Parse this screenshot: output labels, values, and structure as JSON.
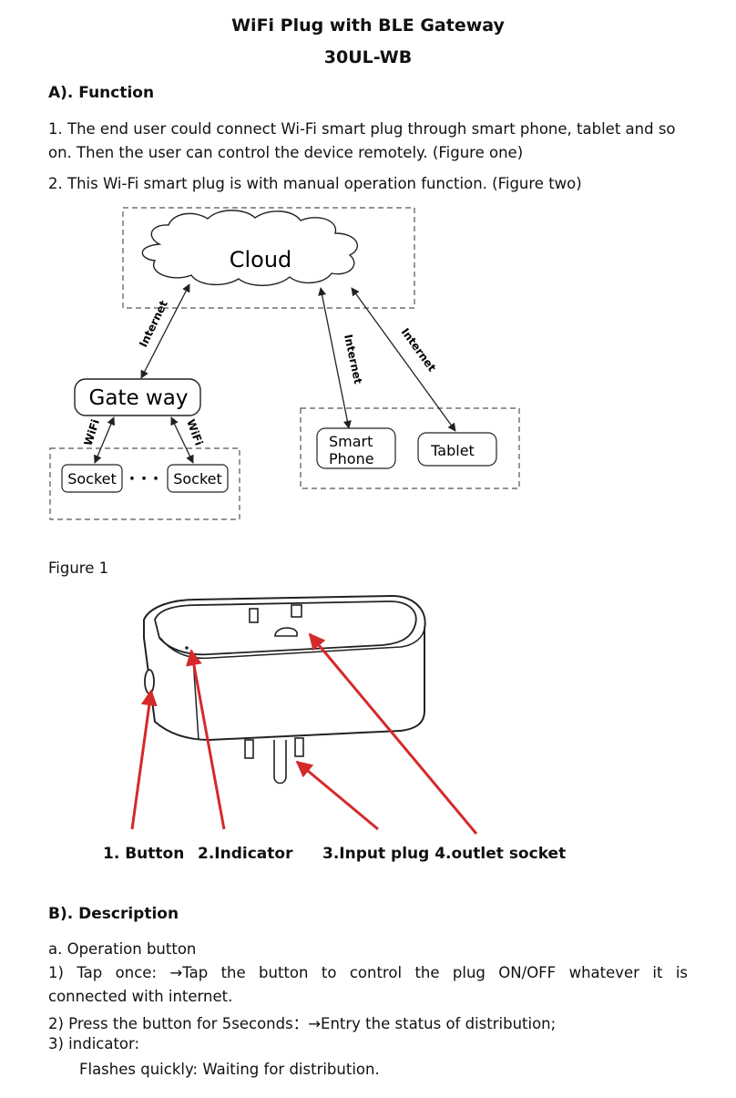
{
  "header": {
    "title": "WiFi Plug with BLE Gateway",
    "model": "30UL-WB"
  },
  "section_a": {
    "heading": "A). Function",
    "item1_line1": "1.  The end user could connect Wi-Fi smart plug through smart phone, tablet and so",
    "item1_line2": "on. Then the user can control the device remotely. (Figure one)",
    "item2": "2.  This Wi-Fi smart plug is with manual operation function. (Figure two)"
  },
  "diagram": {
    "cloud": "Cloud",
    "gateway": "Gate way",
    "socket_left": "Socket",
    "socket_right": "Socket",
    "ellipsis": "· · ·",
    "smart_phone_line1": "Smart",
    "smart_phone_line2": "Phone",
    "tablet": "Tablet",
    "internet": "Internet",
    "wifi": "WiFi"
  },
  "figure1_caption": "Figure 1",
  "product_labels": {
    "button": "1. Button",
    "indicator": "2.Indicator",
    "plug_socket": "3.Input plug 4.outlet socket"
  },
  "section_b": {
    "heading": "B). Description",
    "sub_a": "a. Operation button",
    "step1_line1": "1)  Tap once:  →Tap the button to control the plug ON/OFF whatever it is",
    "step1_line2": "connected with internet.",
    "step2": "2)  Press the button for 5seconds：→Entry the status of distribution;",
    "step3": "3)  indicator:",
    "step3_detail": "Flashes quickly: Waiting for distribution."
  },
  "colors": {
    "pointer_red": "#d42a2a",
    "line": "#222222",
    "dashed_box": "#555555"
  }
}
